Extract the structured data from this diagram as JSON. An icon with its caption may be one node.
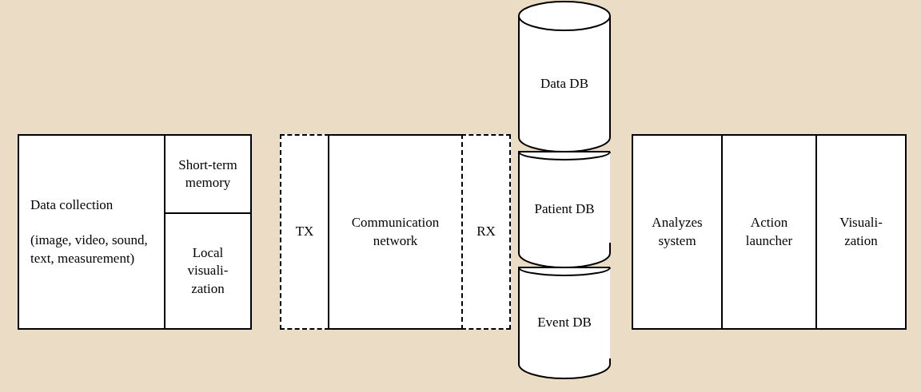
{
  "diagram": {
    "nodes": [
      {
        "text": [
          "Data collection",
          "(image, video, sound, text, measurement)"
        ]
      },
      {
        "text": [
          "Short-term memory"
        ]
      },
      {
        "text": [
          "Local visuali- zation"
        ]
      },
      {
        "text": [
          "TX"
        ]
      },
      {
        "text": [
          "Communication network"
        ]
      },
      {
        "text": [
          "RX"
        ]
      },
      {
        "text": [
          "Data DB"
        ]
      },
      {
        "text": [
          "Patient DB"
        ]
      },
      {
        "text": [
          "Event DB"
        ]
      },
      {
        "text": [
          "Analyzes system"
        ]
      },
      {
        "text": [
          "Action launcher"
        ]
      },
      {
        "text": [
          "Visuali- zation"
        ]
      }
    ]
  }
}
